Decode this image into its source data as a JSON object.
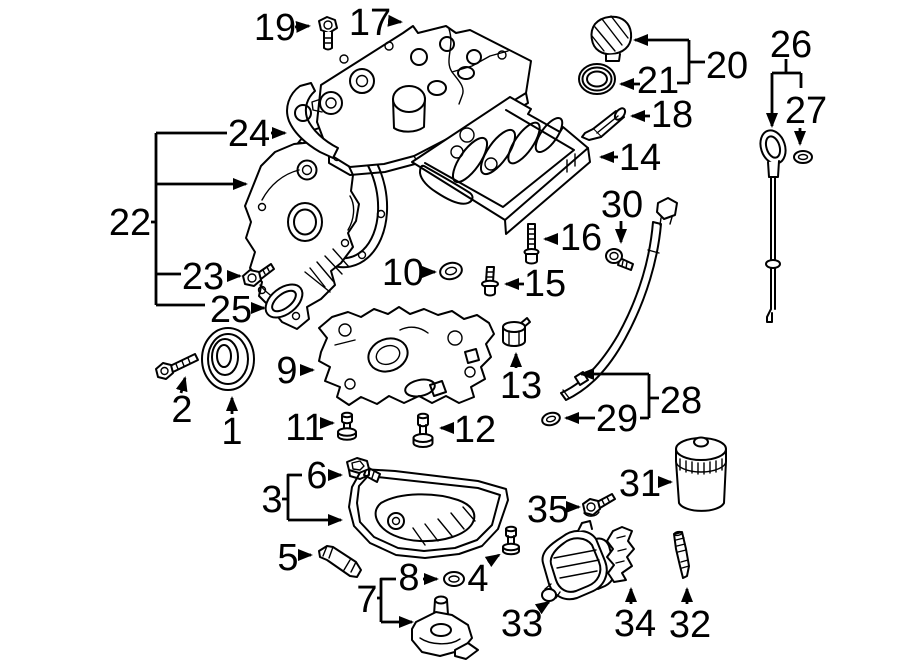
{
  "figure": {
    "background": "#ffffff",
    "ink": "#000000"
  },
  "callouts": [
    "1",
    "2",
    "3",
    "4",
    "5",
    "6",
    "7",
    "8",
    "9",
    "10",
    "11",
    "12",
    "13",
    "14",
    "15",
    "16",
    "17",
    "18",
    "19",
    "20",
    "21",
    "22",
    "23",
    "24",
    "25",
    "26",
    "27",
    "28",
    "29",
    "30",
    "31",
    "32",
    "33",
    "34",
    "35"
  ]
}
